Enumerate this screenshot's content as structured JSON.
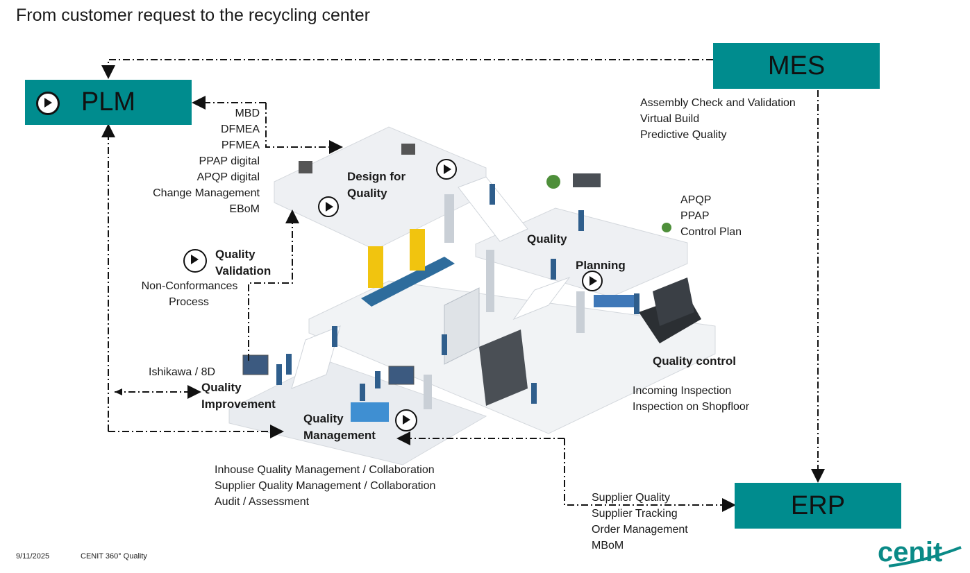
{
  "title": "From customer request to the recycling center",
  "systems": {
    "plm": "PLM",
    "mes": "MES",
    "erp": "ERP"
  },
  "plm_items": [
    "MBD",
    "DFMEA",
    "PFMEA",
    "PPAP digital",
    "APQP digital",
    "Change Management",
    "EBoM"
  ],
  "mes_items": [
    "Assembly Check and Validation",
    "Virtual Build",
    "Predictive Quality"
  ],
  "planning_items": [
    "APQP",
    "PPAP",
    "Control Plan"
  ],
  "quality_control_items": [
    "Incoming Inspection",
    "Inspection on Shopfloor"
  ],
  "management_items": [
    "Inhouse Quality Management / Collaboration",
    "Supplier Quality Management / Collaboration",
    "Audit / Assessment"
  ],
  "erp_items": [
    "Supplier Quality",
    "Supplier Tracking",
    "Order Management",
    "MBoM"
  ],
  "validation_items": [
    "Non-Conformances",
    "Process"
  ],
  "improvement_note": "Ishikawa / 8D",
  "areas": {
    "design_for_quality": [
      "Design for",
      "Quality"
    ],
    "quality_validation": [
      "Quality",
      "Validation"
    ],
    "quality_planning": [
      "Quality",
      "Planning"
    ],
    "quality_control": "Quality control",
    "quality_improvement": [
      "Quality",
      "Improvement"
    ],
    "quality_management": [
      "Quality",
      "Management"
    ]
  },
  "footer": {
    "date": "9/11/2025",
    "product": "CENIT 360° Quality",
    "logo": "cenit"
  },
  "colors": {
    "system_box": "#008c8e",
    "logo": "#0a8a87",
    "floor": "#e9ecf0"
  },
  "icons": [
    "play-icon",
    "cenit-logo"
  ]
}
